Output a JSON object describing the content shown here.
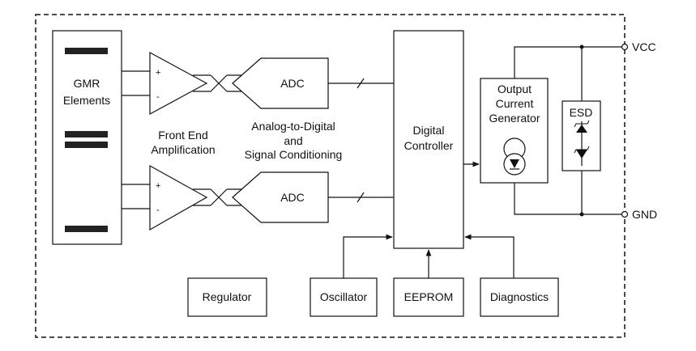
{
  "blocks": {
    "gmr": [
      "GMR",
      "Elements"
    ],
    "adc_top": "ADC",
    "adc_bottom": "ADC",
    "front_end": [
      "Front End",
      "Amplification"
    ],
    "conditioning": [
      "Analog-to-Digital",
      "and",
      "Signal Conditioning"
    ],
    "controller": [
      "Digital",
      "Controller"
    ],
    "output": [
      "Output",
      "Current",
      "Generator"
    ],
    "esd": "ESD",
    "regulator": "Regulator",
    "oscillator": "Oscillator",
    "eeprom": "EEPROM",
    "diagnostics": "Diagnostics"
  },
  "amp": {
    "plus": "+",
    "minus": "-"
  },
  "pins": {
    "vcc": "VCC",
    "gnd": "GND"
  }
}
